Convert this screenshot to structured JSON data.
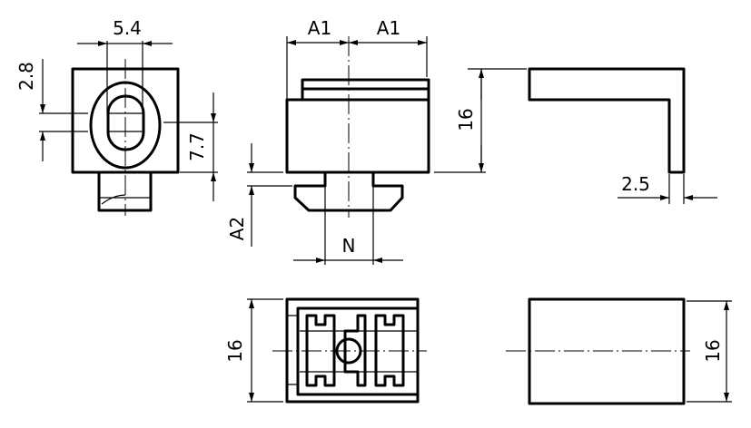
{
  "drawing": {
    "dimensions": {
      "width_slot": "5.4",
      "height_slot": "2.8",
      "offset": "7.7",
      "a1_left": "A1",
      "a1_right": "A1",
      "a2": "A2",
      "n": "N",
      "height_side": "16",
      "thickness": "2.5",
      "width_bottom_left": "16",
      "width_bottom_right": "16"
    },
    "colors": {
      "line": "#000000",
      "background": "#ffffff"
    }
  }
}
